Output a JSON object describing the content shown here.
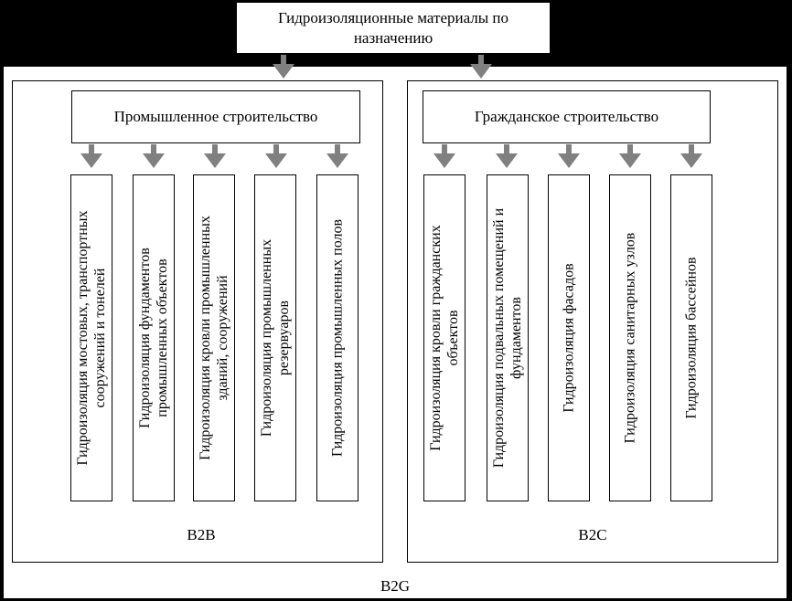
{
  "title": "Гидроизоляционные материалы по\nназначению",
  "groups": [
    {
      "heading": "Промышленное строительство",
      "segment": "B2B",
      "items": [
        "Гидроизоляция мостовых, транспортных\nсооружений и тонелей",
        "Гидроизоляция фундаментов\nпромышленных объектов",
        "Гидроизоляция кровли промышленных\nзданий, сооружений",
        "Гидроизоляция промышленных\nрезервуаров",
        "Гидроизоляция промышленных полов"
      ]
    },
    {
      "heading": "Гражданское строительство",
      "segment": "B2C",
      "items": [
        "Гидроизоляция кровли гражданских\nобъектов",
        "Гидроизоляция подвальных помещений и\nфундаментов",
        "Гидроизоляция фасадов",
        "Гидроизоляция санитарных узлов",
        "Гидроизоляция бассейнов"
      ]
    }
  ],
  "outer_segment": "B2G",
  "colors": {
    "background": "#000000",
    "box": "#ffffff",
    "arrow": "#808080"
  }
}
